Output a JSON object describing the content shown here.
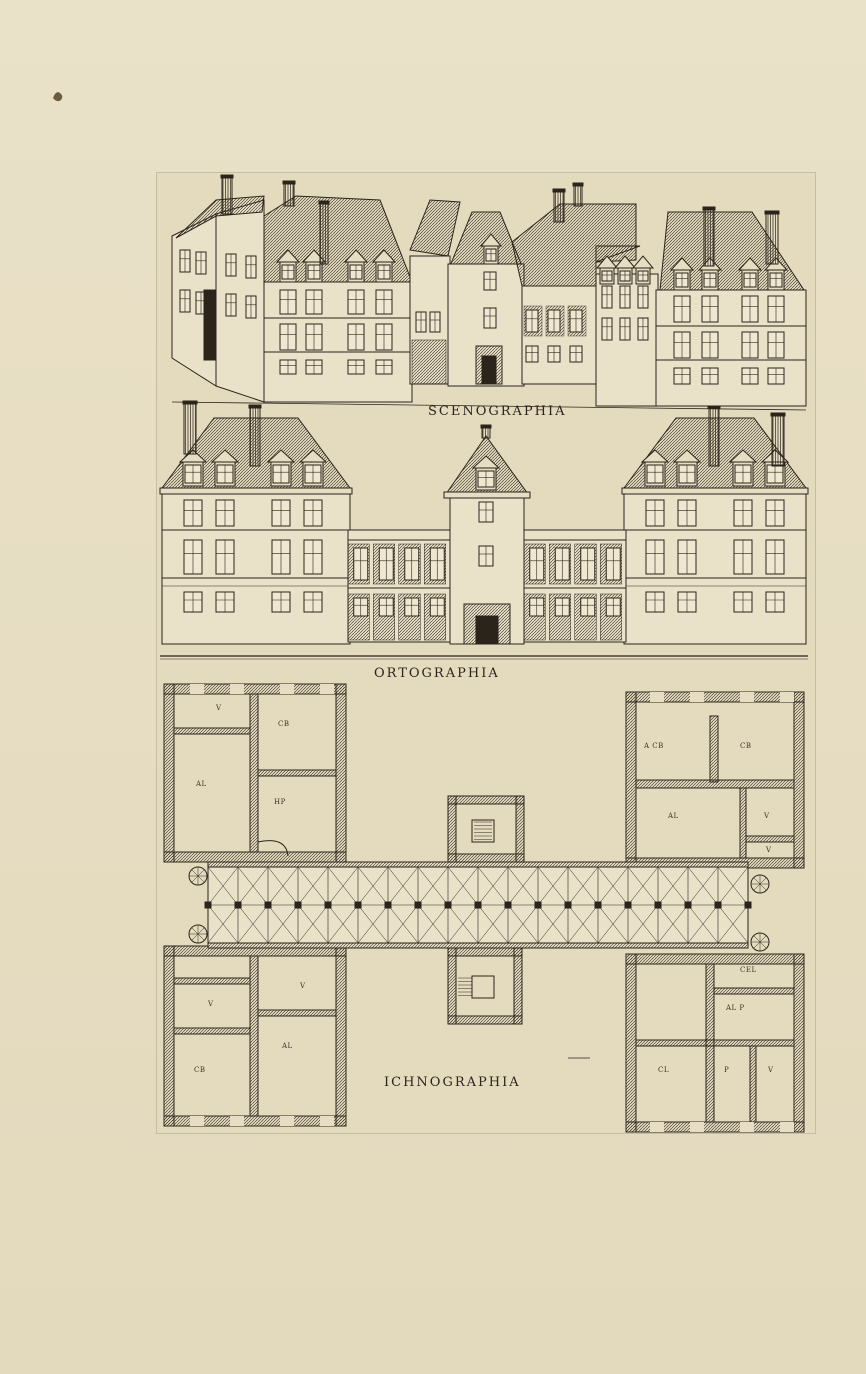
{
  "captions": {
    "scenographia": "SCENOGRAPHIA",
    "ortographia": "ORTOGRAPHIA",
    "ichnographia": "ICHNOGRAPHIA"
  },
  "plan_labels": {
    "v_tl": "V",
    "cb_tl": "CB",
    "al_l": "AL",
    "hp": "HP",
    "a_cb": "A  CB",
    "cb_tr": "CB",
    "al_r": "AL",
    "v_r1": "V",
    "v_r2": "V",
    "v_bl1": "V",
    "v_bl2": "V",
    "al_bl": "AL",
    "cb_bl": "CB",
    "cel": "CEL",
    "al_p": "AL  P",
    "cl": "CL",
    "p": "P",
    "v_br": "V"
  },
  "colors": {
    "ink": "#2b241b",
    "paper": "#e6ddc2",
    "hatch": "#3a3125"
  }
}
